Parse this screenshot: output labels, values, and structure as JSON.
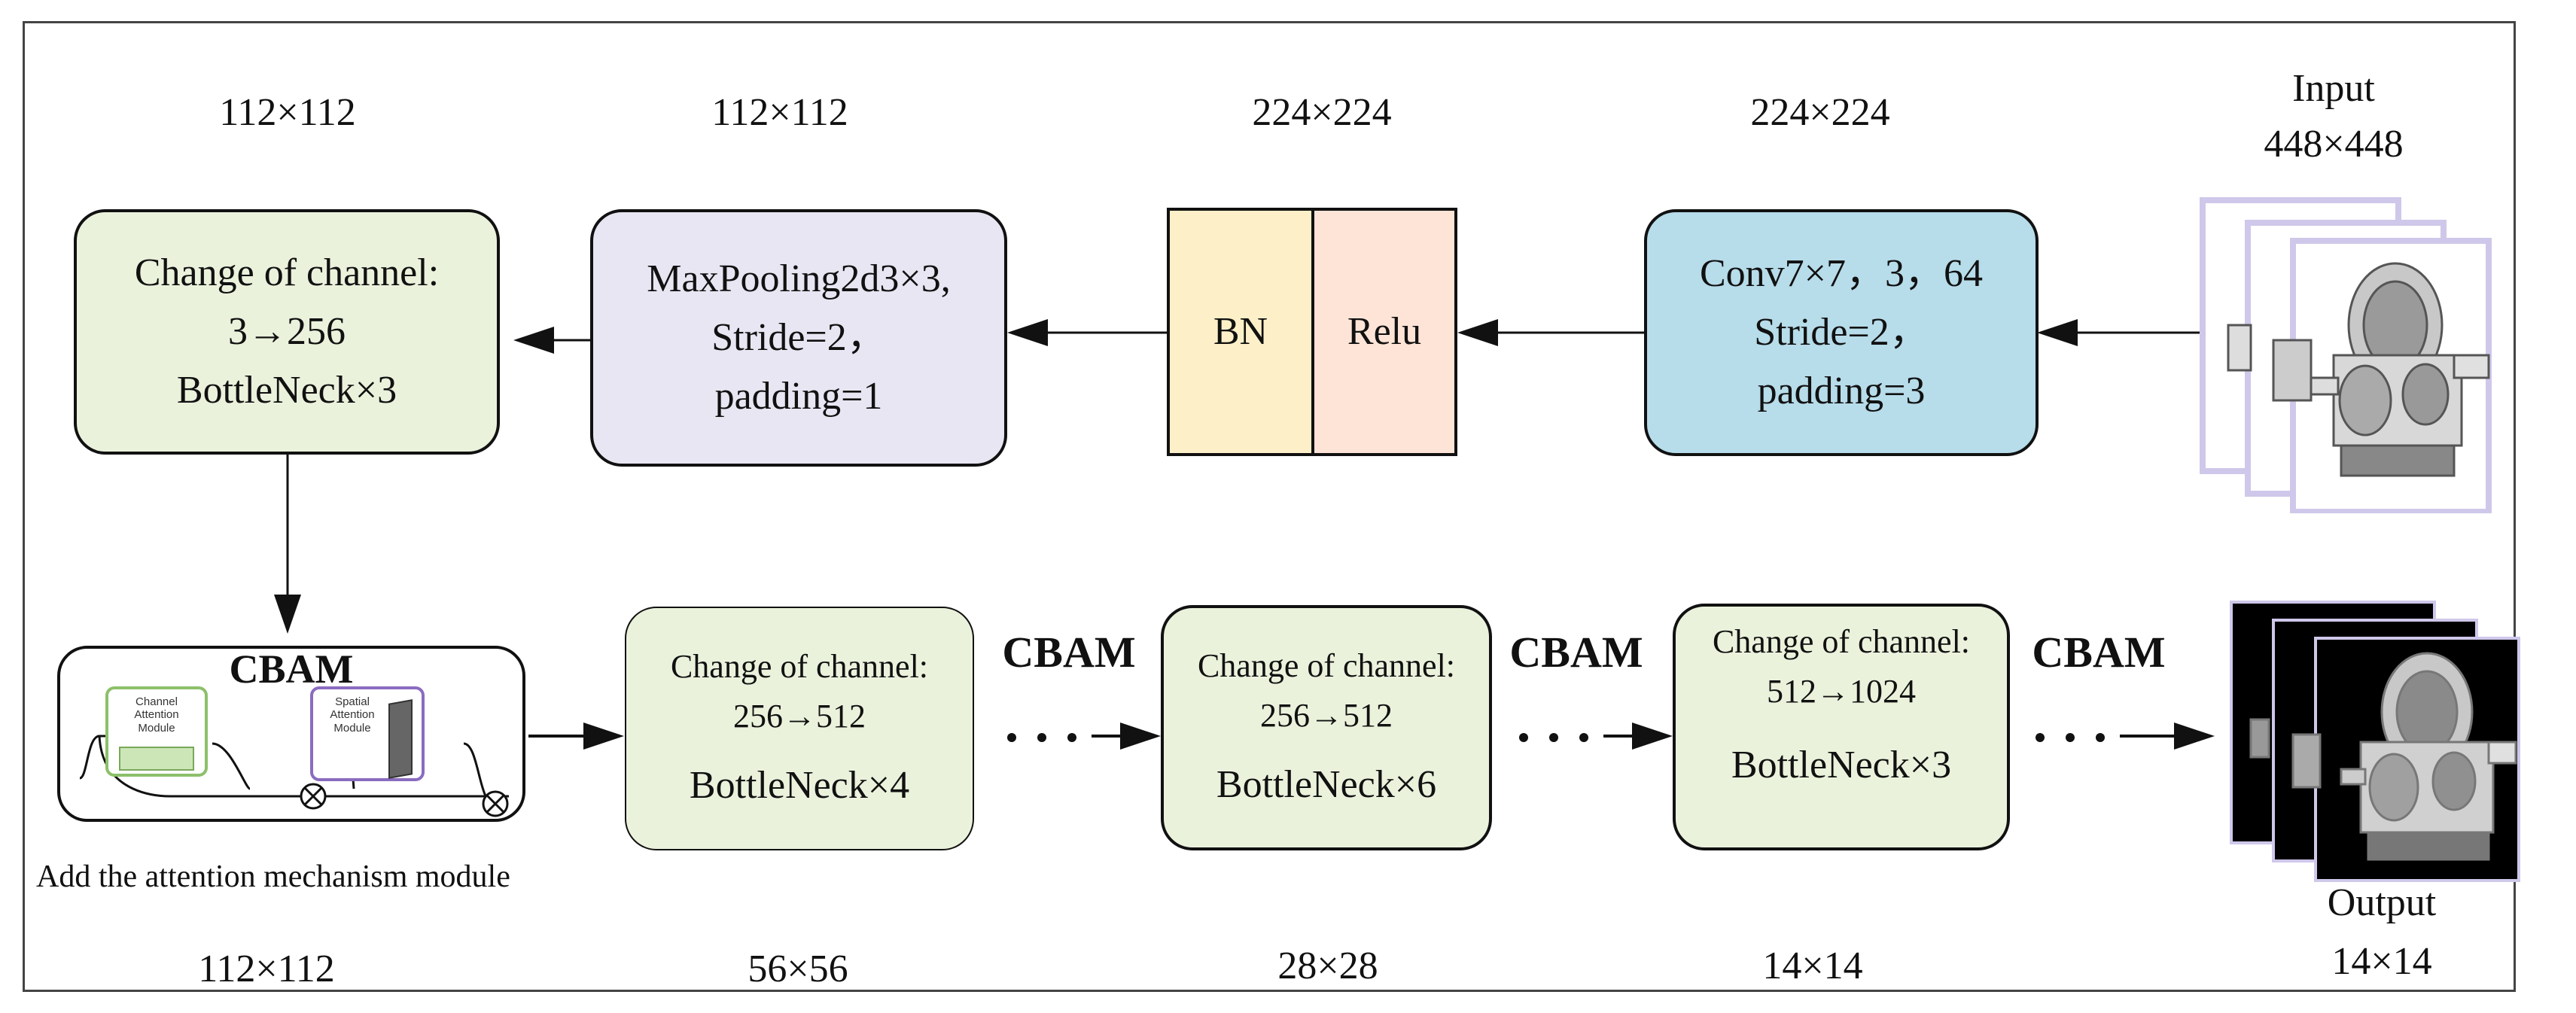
{
  "top_row": {
    "input": {
      "label": "Input",
      "size": "448×448"
    },
    "conv_block": {
      "size": "224×224",
      "line1": "Conv7×7，3，64",
      "line2": "Stride=2，",
      "line3": "padding=3"
    },
    "bn_relu_block": {
      "size": "224×224",
      "bn": "BN",
      "relu": "Relu"
    },
    "maxpool_block": {
      "size": "112×112",
      "line1": "MaxPooling2d3×3,",
      "line2": "Stride=2，",
      "line3": "padding=1"
    },
    "channel_block": {
      "size": "112×112",
      "line1": "Change of channel:",
      "line2": "3→256",
      "line3": "BottleNeck×3"
    }
  },
  "bottom_row": {
    "cbam_module": {
      "title": "CBAM",
      "channel_attention": "Channel Attention Module",
      "spatial_attention": "Spatial Attention Module",
      "caption": "Add the attention mechanism module",
      "size": "112×112"
    },
    "stage1": {
      "line1": "Change of channel:",
      "line2": "256→512",
      "line3": "BottleNeck×4",
      "size": "56×56",
      "cbam": "CBAM"
    },
    "stage2": {
      "line1": "Change of channel:",
      "line2": "256→512",
      "line3": "BottleNeck×6",
      "size": "28×28",
      "cbam": "CBAM"
    },
    "stage3": {
      "line1": "Change of channel:",
      "line2": "512→1024",
      "line3": "BottleNeck×3",
      "size": "14×14",
      "cbam": "CBAM"
    },
    "output": {
      "label": "Output",
      "size": "14×14"
    }
  },
  "colors": {
    "green_fill": "#eaf2dc",
    "lavender_fill": "#e8e6f2",
    "bn_fill": "#fdf0c8",
    "relu_fill": "#fde4d6",
    "conv_fill": "#b7dcea",
    "stroke": "#111111"
  }
}
